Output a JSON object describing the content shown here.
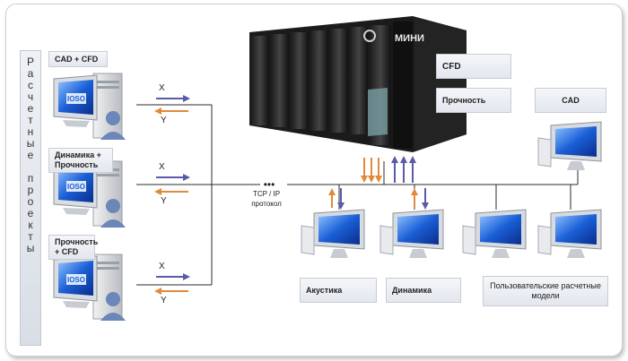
{
  "side_title": "Расчетные проекты",
  "left_projects": [
    {
      "label": "CAD + CFD"
    },
    {
      "label": "Динамика + Прочность"
    },
    {
      "label": "Прочность + CFD"
    }
  ],
  "flows": {
    "out": "X",
    "in": "Y"
  },
  "network": {
    "dots": "•••",
    "protocol_line1": "TCP / IP",
    "protocol_line2": "протокол"
  },
  "cluster_labels": {
    "cfd": "CFD",
    "strength": "Прочность"
  },
  "server_brand": "МИНИ",
  "right_boxes": {
    "cad": "CAD",
    "acoustics": "Акустика",
    "dynamics": "Динамика",
    "user_models": "Пользовательские расчетные модели"
  },
  "monitor_logo": "IOSO",
  "colors": {
    "out_arrow": "#5a5aa8",
    "in_arrow": "#e08a3c",
    "line": "#2b2b2b",
    "screen": "#1a5fd6"
  }
}
